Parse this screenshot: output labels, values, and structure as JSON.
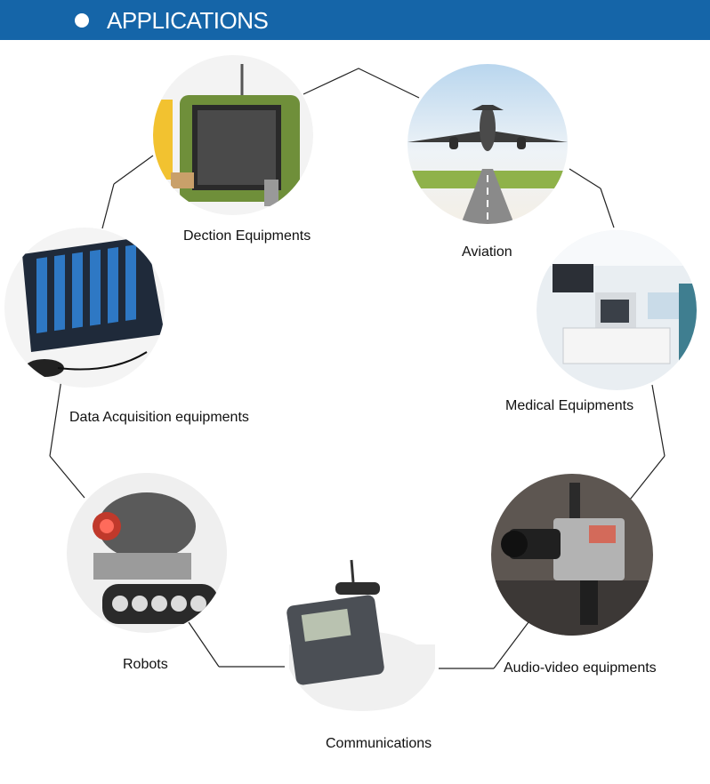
{
  "header": {
    "title": "APPLICATIONS",
    "bar_color": "#1565a8"
  },
  "applications": [
    {
      "label": "Dection Equipments",
      "image": "detection-device-image"
    },
    {
      "label": "Aviation",
      "image": "airplane-image"
    },
    {
      "label": "Medical Equipments",
      "image": "medical-lab-image"
    },
    {
      "label": "Audio-video equipments",
      "image": "film-camera-image"
    },
    {
      "label": "Communications",
      "image": "handset-device-image"
    },
    {
      "label": "Robots",
      "image": "robot-image"
    },
    {
      "label": "Data Acquisition equipments",
      "image": "data-acquisition-rack-image"
    }
  ]
}
